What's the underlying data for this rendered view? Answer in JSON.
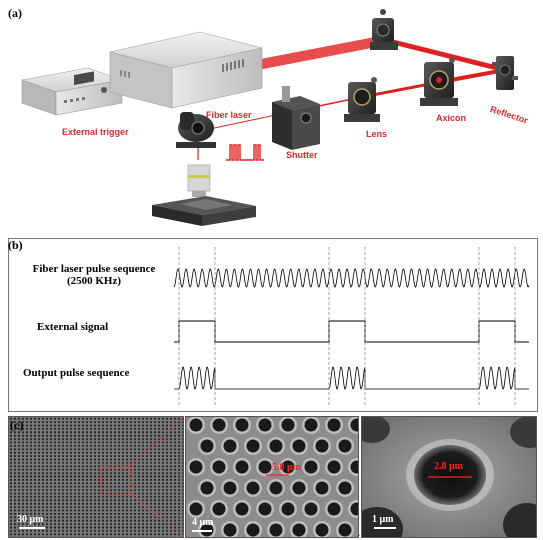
{
  "panels": {
    "a": "(a)",
    "b": "(b)",
    "c": "(c)"
  },
  "setup_labels": {
    "external_trigger": "External trigger",
    "fiber_laser": "Fiber laser",
    "shutter": "Shutter",
    "lens": "Lens",
    "axicon": "Axicon",
    "reflector": "Reflector"
  },
  "waveforms": {
    "fiber_laser_line1": "Fiber laser pulse sequence",
    "fiber_laser_line2": "(2500 KHz)",
    "external_signal": "External signal",
    "output_pulse": "Output pulse sequence"
  },
  "sem": {
    "scale1": "30 μm",
    "scale2": "4 μm",
    "scale3": "1 μm",
    "measure2": "5.8 μm",
    "measure3": "2.8 μm"
  },
  "colors": {
    "laser_red": "#e02020",
    "label_red": "#d22d2d"
  }
}
